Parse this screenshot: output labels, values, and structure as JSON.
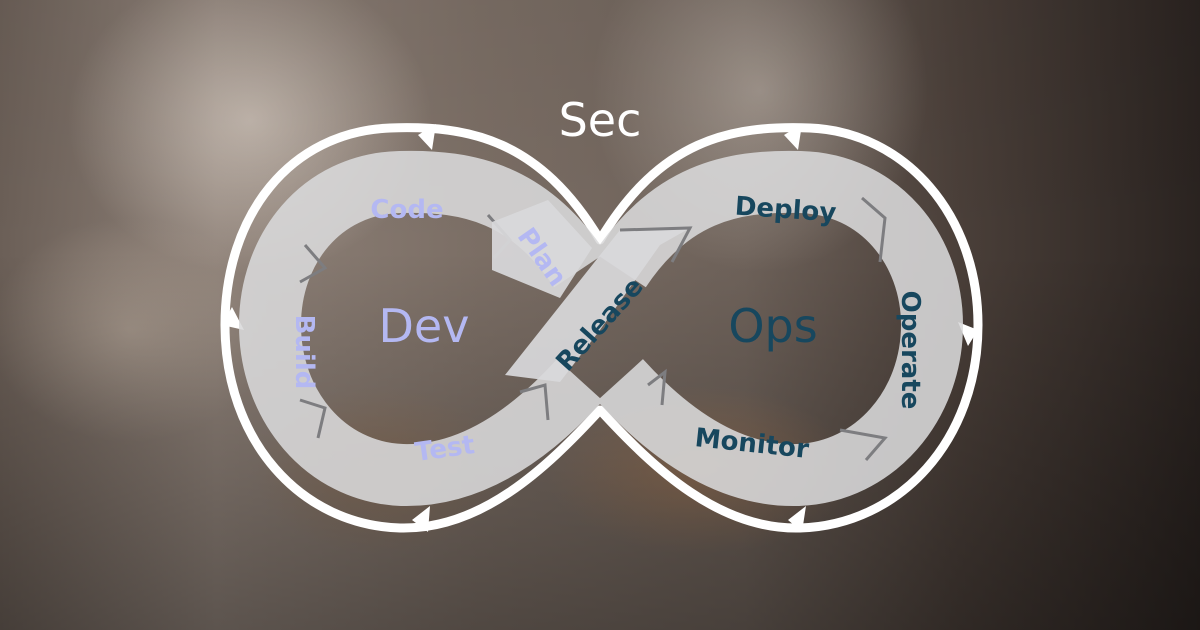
{
  "title": "Sec",
  "left_loop": {
    "center_label": "Dev",
    "stages": [
      "Plan",
      "Code",
      "Build",
      "Test"
    ]
  },
  "crossover_stage": "Release",
  "right_loop": {
    "center_label": "Ops",
    "stages": [
      "Deploy",
      "Operate",
      "Monitor"
    ]
  },
  "colors": {
    "dev_label": "#b4b8f2",
    "ops_label": "#17475e",
    "band": "#d9d9db",
    "outline": "#ffffff"
  }
}
